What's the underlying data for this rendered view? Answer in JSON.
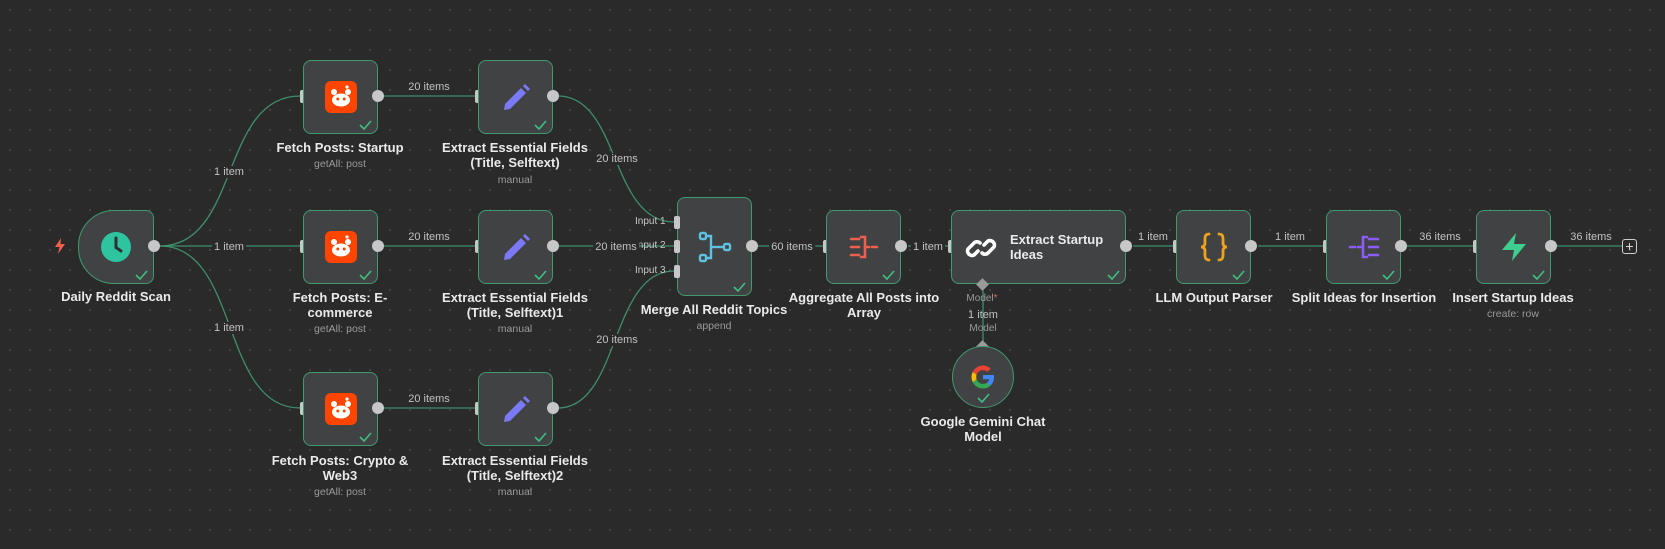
{
  "colors": {
    "background": "#2a2a2a",
    "node_fill": "#414244",
    "node_border_success": "#3f9a6d",
    "edge": "#3f8f6b",
    "reddit": "#ff4500",
    "schedule": "#2ec4a0",
    "set_fields": "#7b79f7",
    "merge": "#5fc1e0",
    "aggregate": "#ef5f4d",
    "parser": "#f0a11e",
    "split": "#8b5cf6",
    "supabase": "#3ecf8e"
  },
  "nodes": {
    "daily_scan": {
      "title": "Daily Reddit Scan",
      "icon": "clock-icon"
    },
    "fetch_startup": {
      "title": "Fetch Posts: Startup",
      "subtitle": "getAll: post",
      "icon": "reddit-icon"
    },
    "fetch_ecommerce": {
      "title_line1": "Fetch Posts: E-",
      "title_line2": "commerce",
      "subtitle": "getAll: post",
      "icon": "reddit-icon"
    },
    "fetch_crypto": {
      "title_line1": "Fetch Posts: Crypto &",
      "title_line2": "Web3",
      "subtitle": "getAll: post",
      "icon": "reddit-icon"
    },
    "extract1": {
      "title_line1": "Extract Essential Fields",
      "title_line2": "(Title, Selftext)",
      "subtitle": "manual",
      "icon": "pencil-icon"
    },
    "extract2": {
      "title_line1": "Extract Essential Fields",
      "title_line2": "(Title, Selftext)1",
      "subtitle": "manual",
      "icon": "pencil-icon"
    },
    "extract3": {
      "title_line1": "Extract Essential Fields",
      "title_line2": "(Title, Selftext)2",
      "subtitle": "manual",
      "icon": "pencil-icon"
    },
    "merge": {
      "title": "Merge All Reddit Topics",
      "subtitle": "append",
      "icon": "merge-icon",
      "inputs": [
        "Input 1",
        "Input 2",
        "Input 3"
      ]
    },
    "aggregate": {
      "title_line1": "Aggregate All Posts into",
      "title_line2": "Array",
      "icon": "aggregate-icon"
    },
    "extract_ideas": {
      "title_line1": "Extract Startup",
      "title_line2": "Ideas",
      "icon": "link-chain-icon",
      "model_port_label": "Model",
      "model_required_mark": "*"
    },
    "gemini": {
      "title_line1": "Google Gemini Chat",
      "title_line2": "Model",
      "icon": "google-icon"
    },
    "parser": {
      "title": "LLM Output Parser",
      "icon": "braces-icon"
    },
    "split": {
      "title": "Split Ideas for Insertion",
      "icon": "split-icon"
    },
    "insert": {
      "title": "Insert Startup Ideas",
      "subtitle": "create: row",
      "icon": "supabase-icon"
    }
  },
  "edge_labels": {
    "scan_to_startup": "1 item",
    "scan_to_ecommerce": "1 item",
    "scan_to_crypto": "1 item",
    "startup_to_extract1": "20 items",
    "ecommerce_to_extract2": "20 items",
    "crypto_to_extract3": "20 items",
    "extract1_to_merge": "20 items",
    "extract2_to_merge": "20 items",
    "extract3_to_merge": "20 items",
    "merge_to_aggregate": "60 items",
    "aggregate_to_ideas": "1 item",
    "ideas_to_parser": "1 item",
    "parser_to_split": "1 item",
    "split_to_insert": "36 items",
    "insert_out": "36 items",
    "gemini_to_ideas_count": "1 item",
    "gemini_to_ideas_type": "Model"
  },
  "add_node_symbol": "+"
}
